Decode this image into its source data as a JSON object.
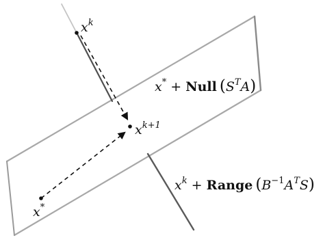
{
  "labels": {
    "xk": {
      "base": "x",
      "sup": "k"
    },
    "xk1": {
      "base": "x",
      "sup": "k+1"
    },
    "xstar": {
      "base": "x",
      "sup": "*"
    },
    "plane_label": {
      "base": "x",
      "sup": "*",
      "plus": " + ",
      "op": "Null",
      "open": "(",
      "S": "S",
      "T": "T",
      "A": "A",
      "close": ")"
    },
    "line_label": {
      "base": "x",
      "sup": "k",
      "plus": " + ",
      "op": "Range",
      "open": "(",
      "B": "B",
      "inv": "−1",
      "A": "A",
      "T": "T",
      "S": "S",
      "close": ")"
    }
  },
  "colors": {
    "plane_edge": "#b0b0b0",
    "plane_edge_dark": "#8a8a8a",
    "line": "#4a4a4a",
    "arrow": "#111111"
  }
}
